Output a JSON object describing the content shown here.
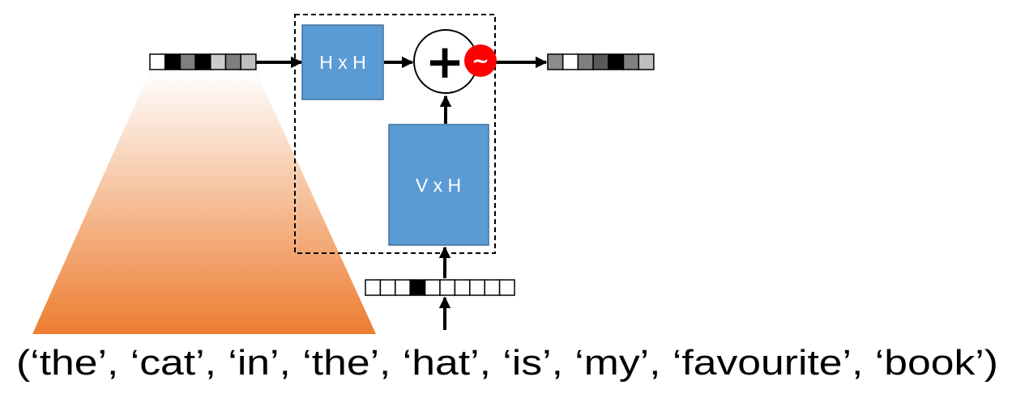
{
  "diagram": {
    "hidden_weight_label": "H x H",
    "input_weight_label": "V x H",
    "sum_symbol": "+",
    "activation_symbol": "~",
    "token_sequence": "(‘the’, ‘cat’, ‘in’, ‘the’, ‘hat’, ‘is’, ‘my’, ‘favourite’, ‘book’)",
    "colors": {
      "weight_box_fill": "#5b9bd5",
      "weight_box_stroke": "#41719c",
      "activation_fill": "#ff0000",
      "cone_top": "#ffffff",
      "cone_bottom": "#ed7d31",
      "dashed_border": "#000000"
    },
    "previous_hidden_state": {
      "cell_shades": [
        "#ffffff",
        "#000000",
        "#7f7f7f",
        "#000000",
        "#cccccc",
        "#7f7f7f",
        "#bfbfbf"
      ]
    },
    "next_hidden_state": {
      "cell_shades": [
        "#8c8c8c",
        "#ffffff",
        "#7f7f7f",
        "#595959",
        "#000000",
        "#808080",
        "#bfbfbf"
      ]
    },
    "one_hot_input": {
      "cell_shades": [
        "#ffffff",
        "#ffffff",
        "#ffffff",
        "#000000",
        "#ffffff",
        "#ffffff",
        "#ffffff",
        "#ffffff",
        "#ffffff",
        "#ffffff"
      ]
    }
  }
}
